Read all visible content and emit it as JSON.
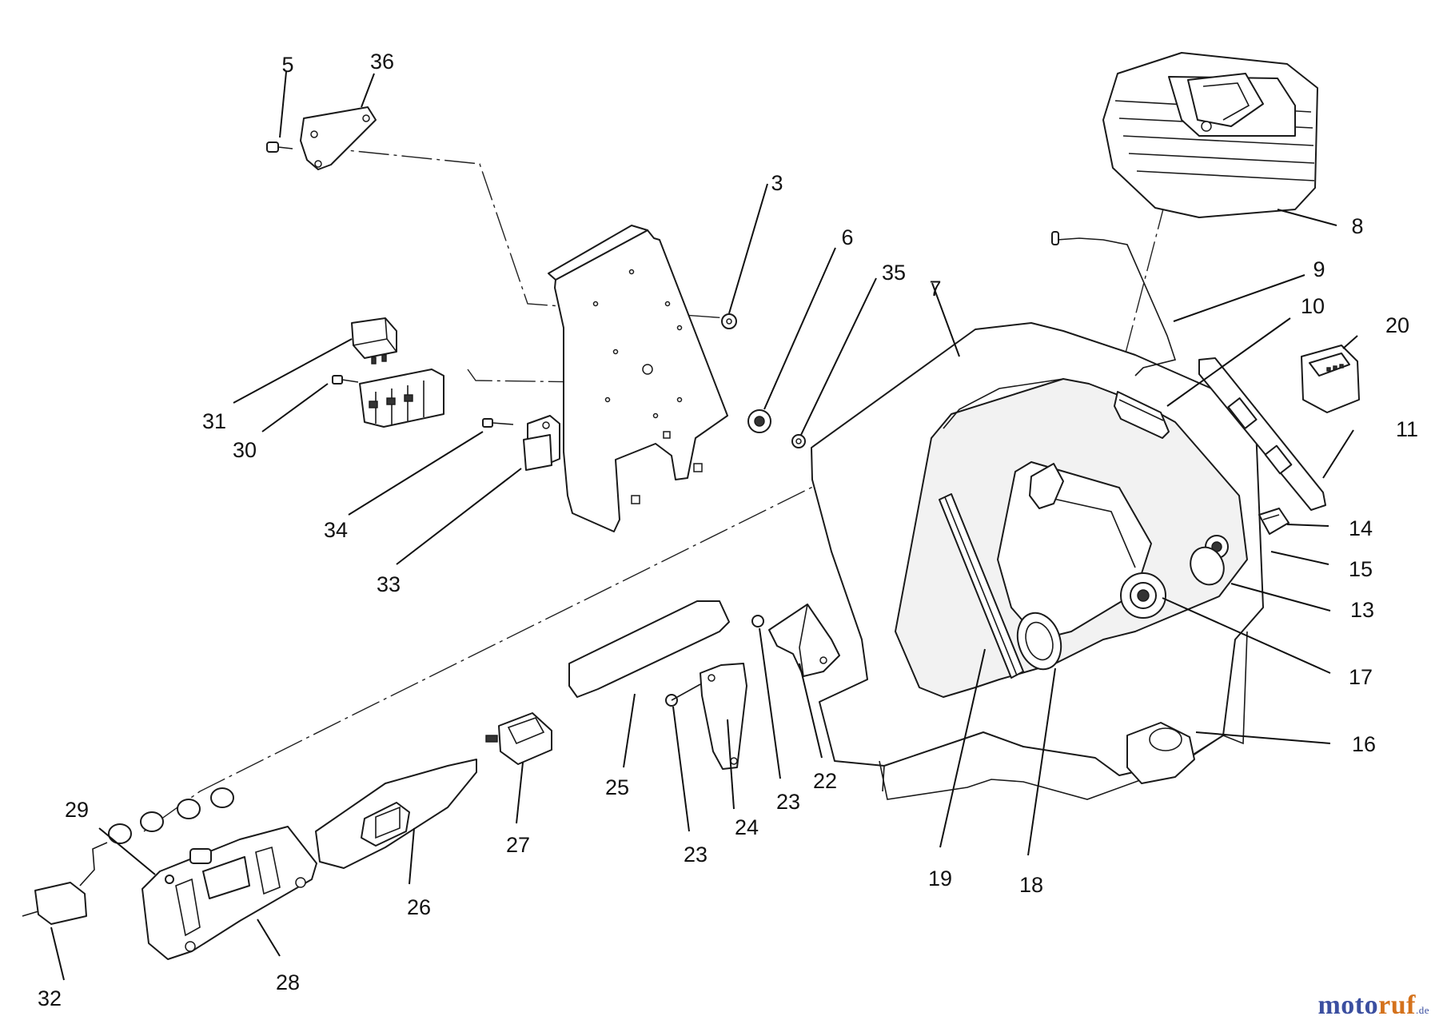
{
  "diagram": {
    "callouts": {
      "c3": "3",
      "c5": "5",
      "c6": "6",
      "c7": "7",
      "c8": "8",
      "c9": "9",
      "c10": "10",
      "c11": "11",
      "c13": "13",
      "c14": "14",
      "c15": "15",
      "c16": "16",
      "c17": "17",
      "c18": "18",
      "c19": "19",
      "c20": "20",
      "c22": "22",
      "c23a": "23",
      "c23b": "23",
      "c24": "24",
      "c25": "25",
      "c26": "26",
      "c27": "27",
      "c28": "28",
      "c29": "29",
      "c30": "30",
      "c31": "31",
      "c32": "32",
      "c33": "33",
      "c34": "34",
      "c35": "35",
      "c36": "36"
    }
  },
  "watermark": {
    "part1": "moto",
    "part2": "ruf",
    "part3": ".de"
  }
}
